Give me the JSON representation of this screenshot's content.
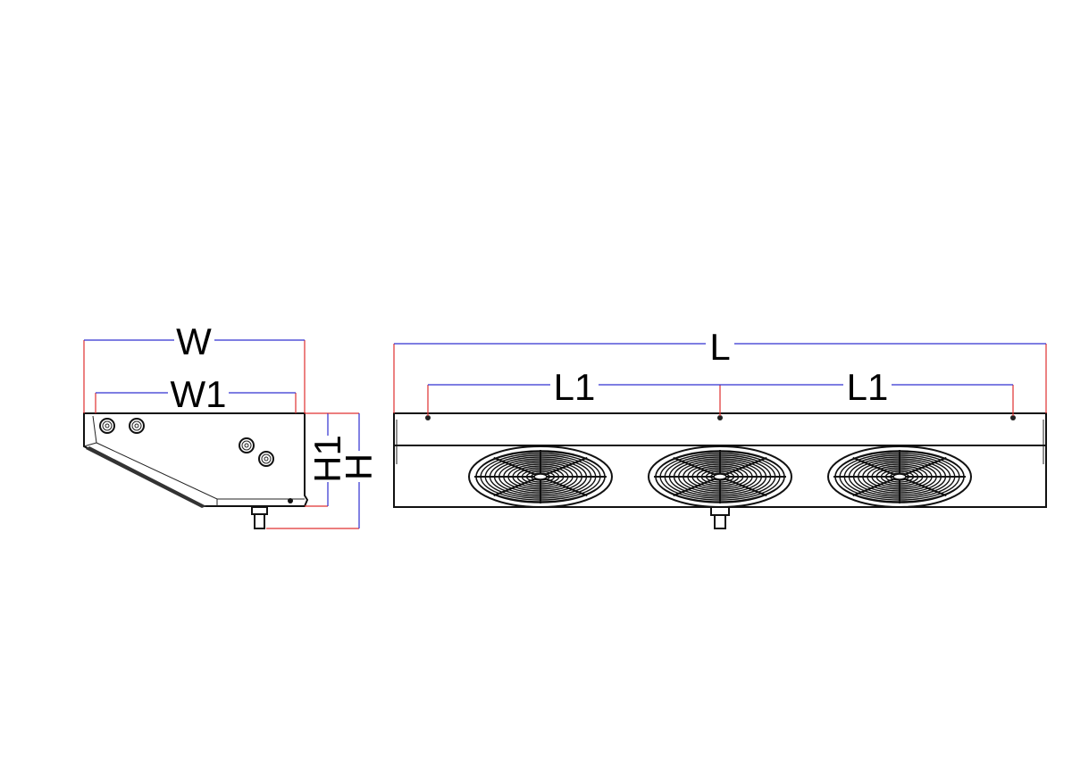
{
  "side_view": {
    "width_label": "W",
    "inner_width_label": "W1",
    "inner_height_label": "H1",
    "height_label": "H"
  },
  "front_view": {
    "length_label": "L",
    "spacing_labels": [
      "L1",
      "L1"
    ],
    "fan_count": 3
  },
  "colors": {
    "extension_lines": "#e03030",
    "dimension_lines": "#3030d0",
    "outline": "#111111"
  }
}
